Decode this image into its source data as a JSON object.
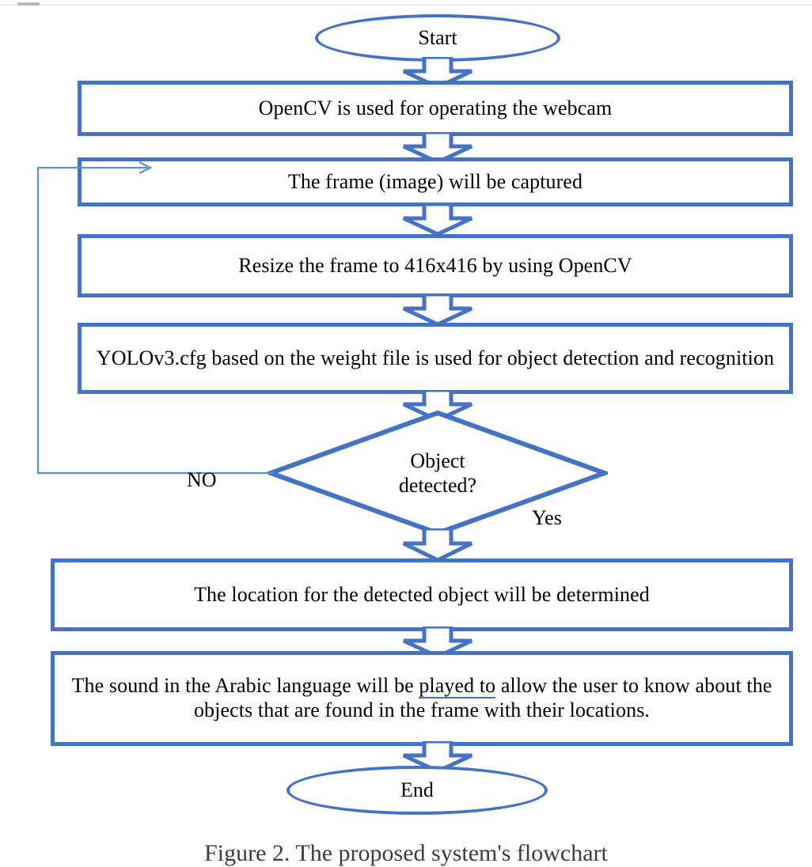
{
  "figure": {
    "caption": "Figure 2. The proposed system's flowchart",
    "accent_color": "#4472c4",
    "connector_color": "#4472c4",
    "text_color": "#000000",
    "background_color": "#ffffff"
  },
  "flowchart": {
    "type": "flowchart",
    "nodes": [
      {
        "id": "start",
        "shape": "terminator",
        "label": "Start"
      },
      {
        "id": "opencv",
        "shape": "process",
        "label": "OpenCV is used for operating the webcam"
      },
      {
        "id": "capture",
        "shape": "process",
        "label": "The frame (image) will be captured"
      },
      {
        "id": "resize",
        "shape": "process",
        "label": "Resize the frame to 416x416 by using OpenCV"
      },
      {
        "id": "yolo",
        "shape": "process",
        "label": "YOLOv3.cfg based on the weight file is used for object detection and recognition"
      },
      {
        "id": "decision",
        "shape": "decision",
        "label_line1": "Object",
        "label_line2": "detected?"
      },
      {
        "id": "location",
        "shape": "process",
        "label": "The location for the detected object will be determined"
      },
      {
        "id": "sound",
        "shape": "process",
        "label_part1": "The sound in the Arabic language will be ",
        "label_highlight": "played to",
        "label_part2": " allow the user to know about the objects that are found in the frame with their locations."
      },
      {
        "id": "end",
        "shape": "terminator",
        "label": "End"
      }
    ],
    "edges": [
      {
        "from": "start",
        "to": "opencv",
        "style": "block-arrow",
        "label": ""
      },
      {
        "from": "opencv",
        "to": "capture",
        "style": "block-arrow",
        "label": ""
      },
      {
        "from": "capture",
        "to": "resize",
        "style": "block-arrow",
        "label": ""
      },
      {
        "from": "resize",
        "to": "yolo",
        "style": "block-arrow",
        "label": ""
      },
      {
        "from": "yolo",
        "to": "decision",
        "style": "block-arrow",
        "label": ""
      },
      {
        "from": "decision",
        "to": "capture",
        "style": "line-arrow",
        "label": "NO"
      },
      {
        "from": "decision",
        "to": "location",
        "style": "block-arrow",
        "label": "Yes"
      },
      {
        "from": "location",
        "to": "sound",
        "style": "block-arrow",
        "label": ""
      },
      {
        "from": "sound",
        "to": "end",
        "style": "block-arrow",
        "label": ""
      }
    ],
    "labels": {
      "no": "NO",
      "yes": "Yes"
    }
  }
}
